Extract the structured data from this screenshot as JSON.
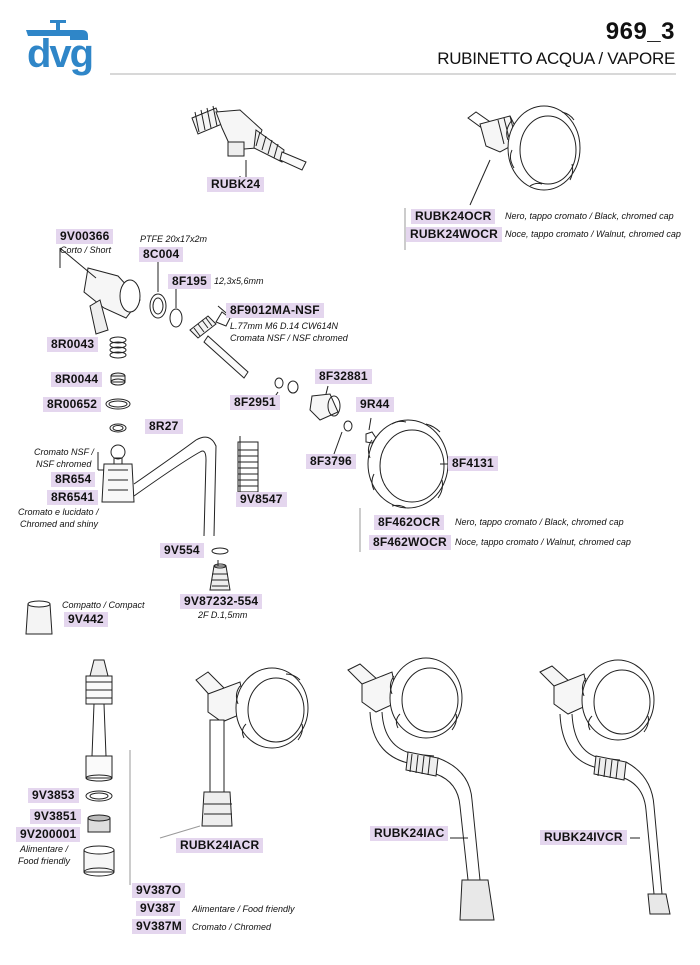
{
  "brand": {
    "logo_text": "dvg",
    "accent_color": "#2f86c8",
    "label_bg": "#e4d6ee"
  },
  "header": {
    "page_number": "969_3",
    "title": "RUBINETTO ACQUA / VAPORE"
  },
  "parts": [
    {
      "code": "RUBK24"
    },
    {
      "code": "RUBK24OCR",
      "note": "Nero, tappo cromato / Black, chromed cap"
    },
    {
      "code": "RUBK24WOCR",
      "note": "Noce, tappo cromato / Walnut, chromed cap"
    },
    {
      "code": "9V00366",
      "note": "Corto / Short"
    },
    {
      "code": "8C004",
      "note": "PTFE 20x17x2m"
    },
    {
      "code": "8F195",
      "note": "12,3x5,6mm"
    },
    {
      "code": "8F9012MA-NSF",
      "note": "L.77mm M6 D.14 CW614N",
      "note2": "Cromata NSF / NSF chromed"
    },
    {
      "code": "8R0043"
    },
    {
      "code": "8R0044"
    },
    {
      "code": "8R00652"
    },
    {
      "code": "8R27"
    },
    {
      "code": "8F32881"
    },
    {
      "code": "8F2951"
    },
    {
      "code": "9R44"
    },
    {
      "code": "8F3796"
    },
    {
      "code": "8F4131"
    },
    {
      "code": "8R654",
      "note": "Cromato NSF /",
      "note2": "NSF chromed"
    },
    {
      "code": "8R6541",
      "note": "Cromato e lucidato /",
      "note2": "Chromed and shiny"
    },
    {
      "code": "9V8547"
    },
    {
      "code": "8F462OCR",
      "note": "Nero, tappo cromato / Black, chromed cap"
    },
    {
      "code": "8F462WOCR",
      "note": "Noce, tappo cromato / Walnut, chromed cap"
    },
    {
      "code": "9V554"
    },
    {
      "code": "9V87232-554",
      "note": "2F D.1,5mm"
    },
    {
      "code": "9V442",
      "note": "Compatto / Compact"
    },
    {
      "code": "9V3853"
    },
    {
      "code": "9V3851"
    },
    {
      "code": "9V200001",
      "note": "Alimentare /",
      "note2": "Food friendly"
    },
    {
      "code": "RUBK24IACR"
    },
    {
      "code": "RUBK24IAC"
    },
    {
      "code": "RUBK24IVCR"
    },
    {
      "code": "9V387O"
    },
    {
      "code": "9V387",
      "note": "Alimentare / Food friendly"
    },
    {
      "code": "9V387M",
      "note": "Cromato / Chromed"
    }
  ]
}
